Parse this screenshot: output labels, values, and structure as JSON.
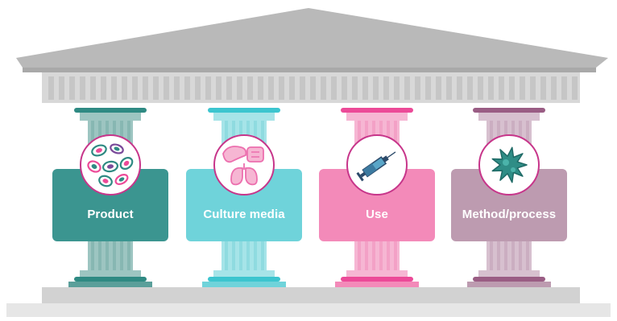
{
  "pillars": [
    {
      "label": "Product",
      "icon": "cells-icon",
      "colors": {
        "cap": "#2f8a83",
        "shaft": "#9dc5c1",
        "flute": "#87b7b2",
        "box": "#3b9590",
        "ring": "#2f8a83",
        "base": "#5a9f9a"
      }
    },
    {
      "label": "Culture media",
      "icon": "organs-icon",
      "colors": {
        "cap": "#3cc5cf",
        "shaft": "#a6e4e8",
        "flute": "#8fdbe0",
        "box": "#6fd3da",
        "ring": "#3cc5cf",
        "base": "#6fd3da"
      }
    },
    {
      "label": "Use",
      "icon": "syringe-icon",
      "colors": {
        "cap": "#ec4a98",
        "shaft": "#f6b6d3",
        "flute": "#f3a1c6",
        "box": "#f38ab9",
        "ring": "#ec4a98",
        "base": "#f38ab9"
      }
    },
    {
      "label": "Method/process",
      "icon": "microbe-icon",
      "colors": {
        "cap": "#9a5d84",
        "shaft": "#d7c0cf",
        "flute": "#cbaec1",
        "box": "#bd9bb0",
        "ring": "#9a5d84",
        "base": "#bd9bb0"
      }
    }
  ],
  "palette": {
    "roof": "#b9b9b9",
    "roof_edge": "#a6a6a6",
    "entablature": "#d7d7d7",
    "entablature_lines": "#c3c3c3",
    "floor": "#d2d2d2",
    "ground": "#e6e6e6",
    "icon_ring": "#c7358a"
  }
}
